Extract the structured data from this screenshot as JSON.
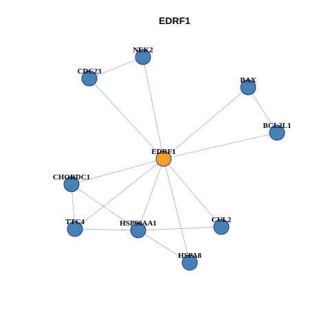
{
  "title": "EDRF1",
  "colors": {
    "center_node": "#f9a11b",
    "neighbor_node": "#4682b4",
    "node_border": "#1a2fc0",
    "edge": "#b3b3b3"
  },
  "nodes": [
    {
      "id": "EDRF1",
      "label": "EDRF1",
      "role": "center"
    },
    {
      "id": "NEK2",
      "label": "NEK2",
      "role": "neighbor"
    },
    {
      "id": "CDC23",
      "label": "CDC23",
      "role": "neighbor"
    },
    {
      "id": "BAX",
      "label": "BAX",
      "role": "neighbor"
    },
    {
      "id": "BCL2L1",
      "label": "BCL2L1",
      "role": "neighbor"
    },
    {
      "id": "CHORDC1",
      "label": "CHORDC1",
      "role": "neighbor"
    },
    {
      "id": "TTC4",
      "label": "TTC4",
      "role": "neighbor"
    },
    {
      "id": "HSP90AA1",
      "label": "HSP90AA1",
      "role": "neighbor"
    },
    {
      "id": "CUL2",
      "label": "CUL2",
      "role": "neighbor"
    },
    {
      "id": "HSPA8",
      "label": "HSPA8",
      "role": "neighbor"
    }
  ],
  "edges": [
    [
      "NEK2",
      "CDC23"
    ],
    [
      "NEK2",
      "EDRF1"
    ],
    [
      "CDC23",
      "EDRF1"
    ],
    [
      "BAX",
      "EDRF1"
    ],
    [
      "BAX",
      "BCL2L1"
    ],
    [
      "BCL2L1",
      "EDRF1"
    ],
    [
      "CHORDC1",
      "EDRF1"
    ],
    [
      "CHORDC1",
      "TTC4"
    ],
    [
      "CHORDC1",
      "HSP90AA1"
    ],
    [
      "TTC4",
      "EDRF1"
    ],
    [
      "TTC4",
      "HSP90AA1"
    ],
    [
      "HSP90AA1",
      "EDRF1"
    ],
    [
      "HSP90AA1",
      "CUL2"
    ],
    [
      "HSP90AA1",
      "HSPA8"
    ],
    [
      "CUL2",
      "EDRF1"
    ],
    [
      "HSPA8",
      "EDRF1"
    ]
  ]
}
